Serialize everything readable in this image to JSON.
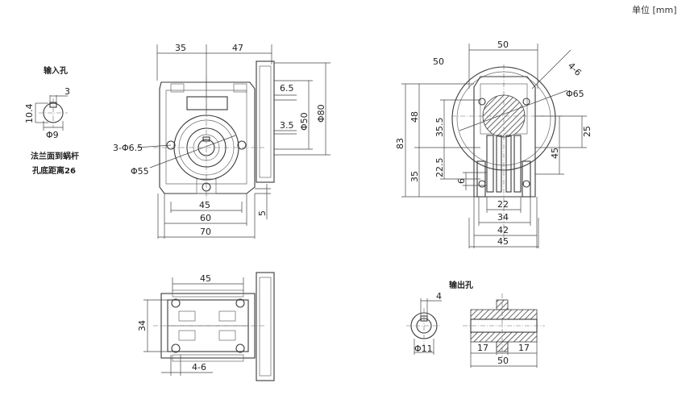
{
  "unit_label": "单位 [mm]",
  "input_hole": {
    "title": "输入孔",
    "key_width": "3",
    "height": "10.4",
    "diameter": "Φ9"
  },
  "note": {
    "line1": "法兰面到蜗杆",
    "line2": "孔底距离26"
  },
  "front_view": {
    "top_left": "35",
    "top_right": "47",
    "hole_label": "3-Φ6.5",
    "circle_label": "Φ55",
    "flange_offset_1": "6.5",
    "flange_offset_2": "3.5",
    "flange_dia_1": "Φ50",
    "flange_dia_2": "Φ80",
    "width_45": "45",
    "width_60": "60",
    "width_70": "70",
    "base_height": "5"
  },
  "side_view": {
    "top_width": "50",
    "label_50": "50",
    "bolt": "4-6",
    "circle": "Φ65",
    "height_83": "83",
    "height_48": "48",
    "height_35_5": "35.5",
    "height_22_5": "22.5",
    "height_35": "35",
    "height_6": "6",
    "right_25": "25",
    "right_45": "45",
    "w22": "22",
    "w34": "34",
    "w42": "42",
    "w45": "45"
  },
  "bottom_view": {
    "top_width": "45",
    "height_34": "34",
    "bolt": "4-6"
  },
  "output_hole": {
    "title": "输出孔",
    "key_width": "4",
    "diameter": "Φ11",
    "left_17": "17",
    "right_17": "17",
    "total_50": "50"
  }
}
